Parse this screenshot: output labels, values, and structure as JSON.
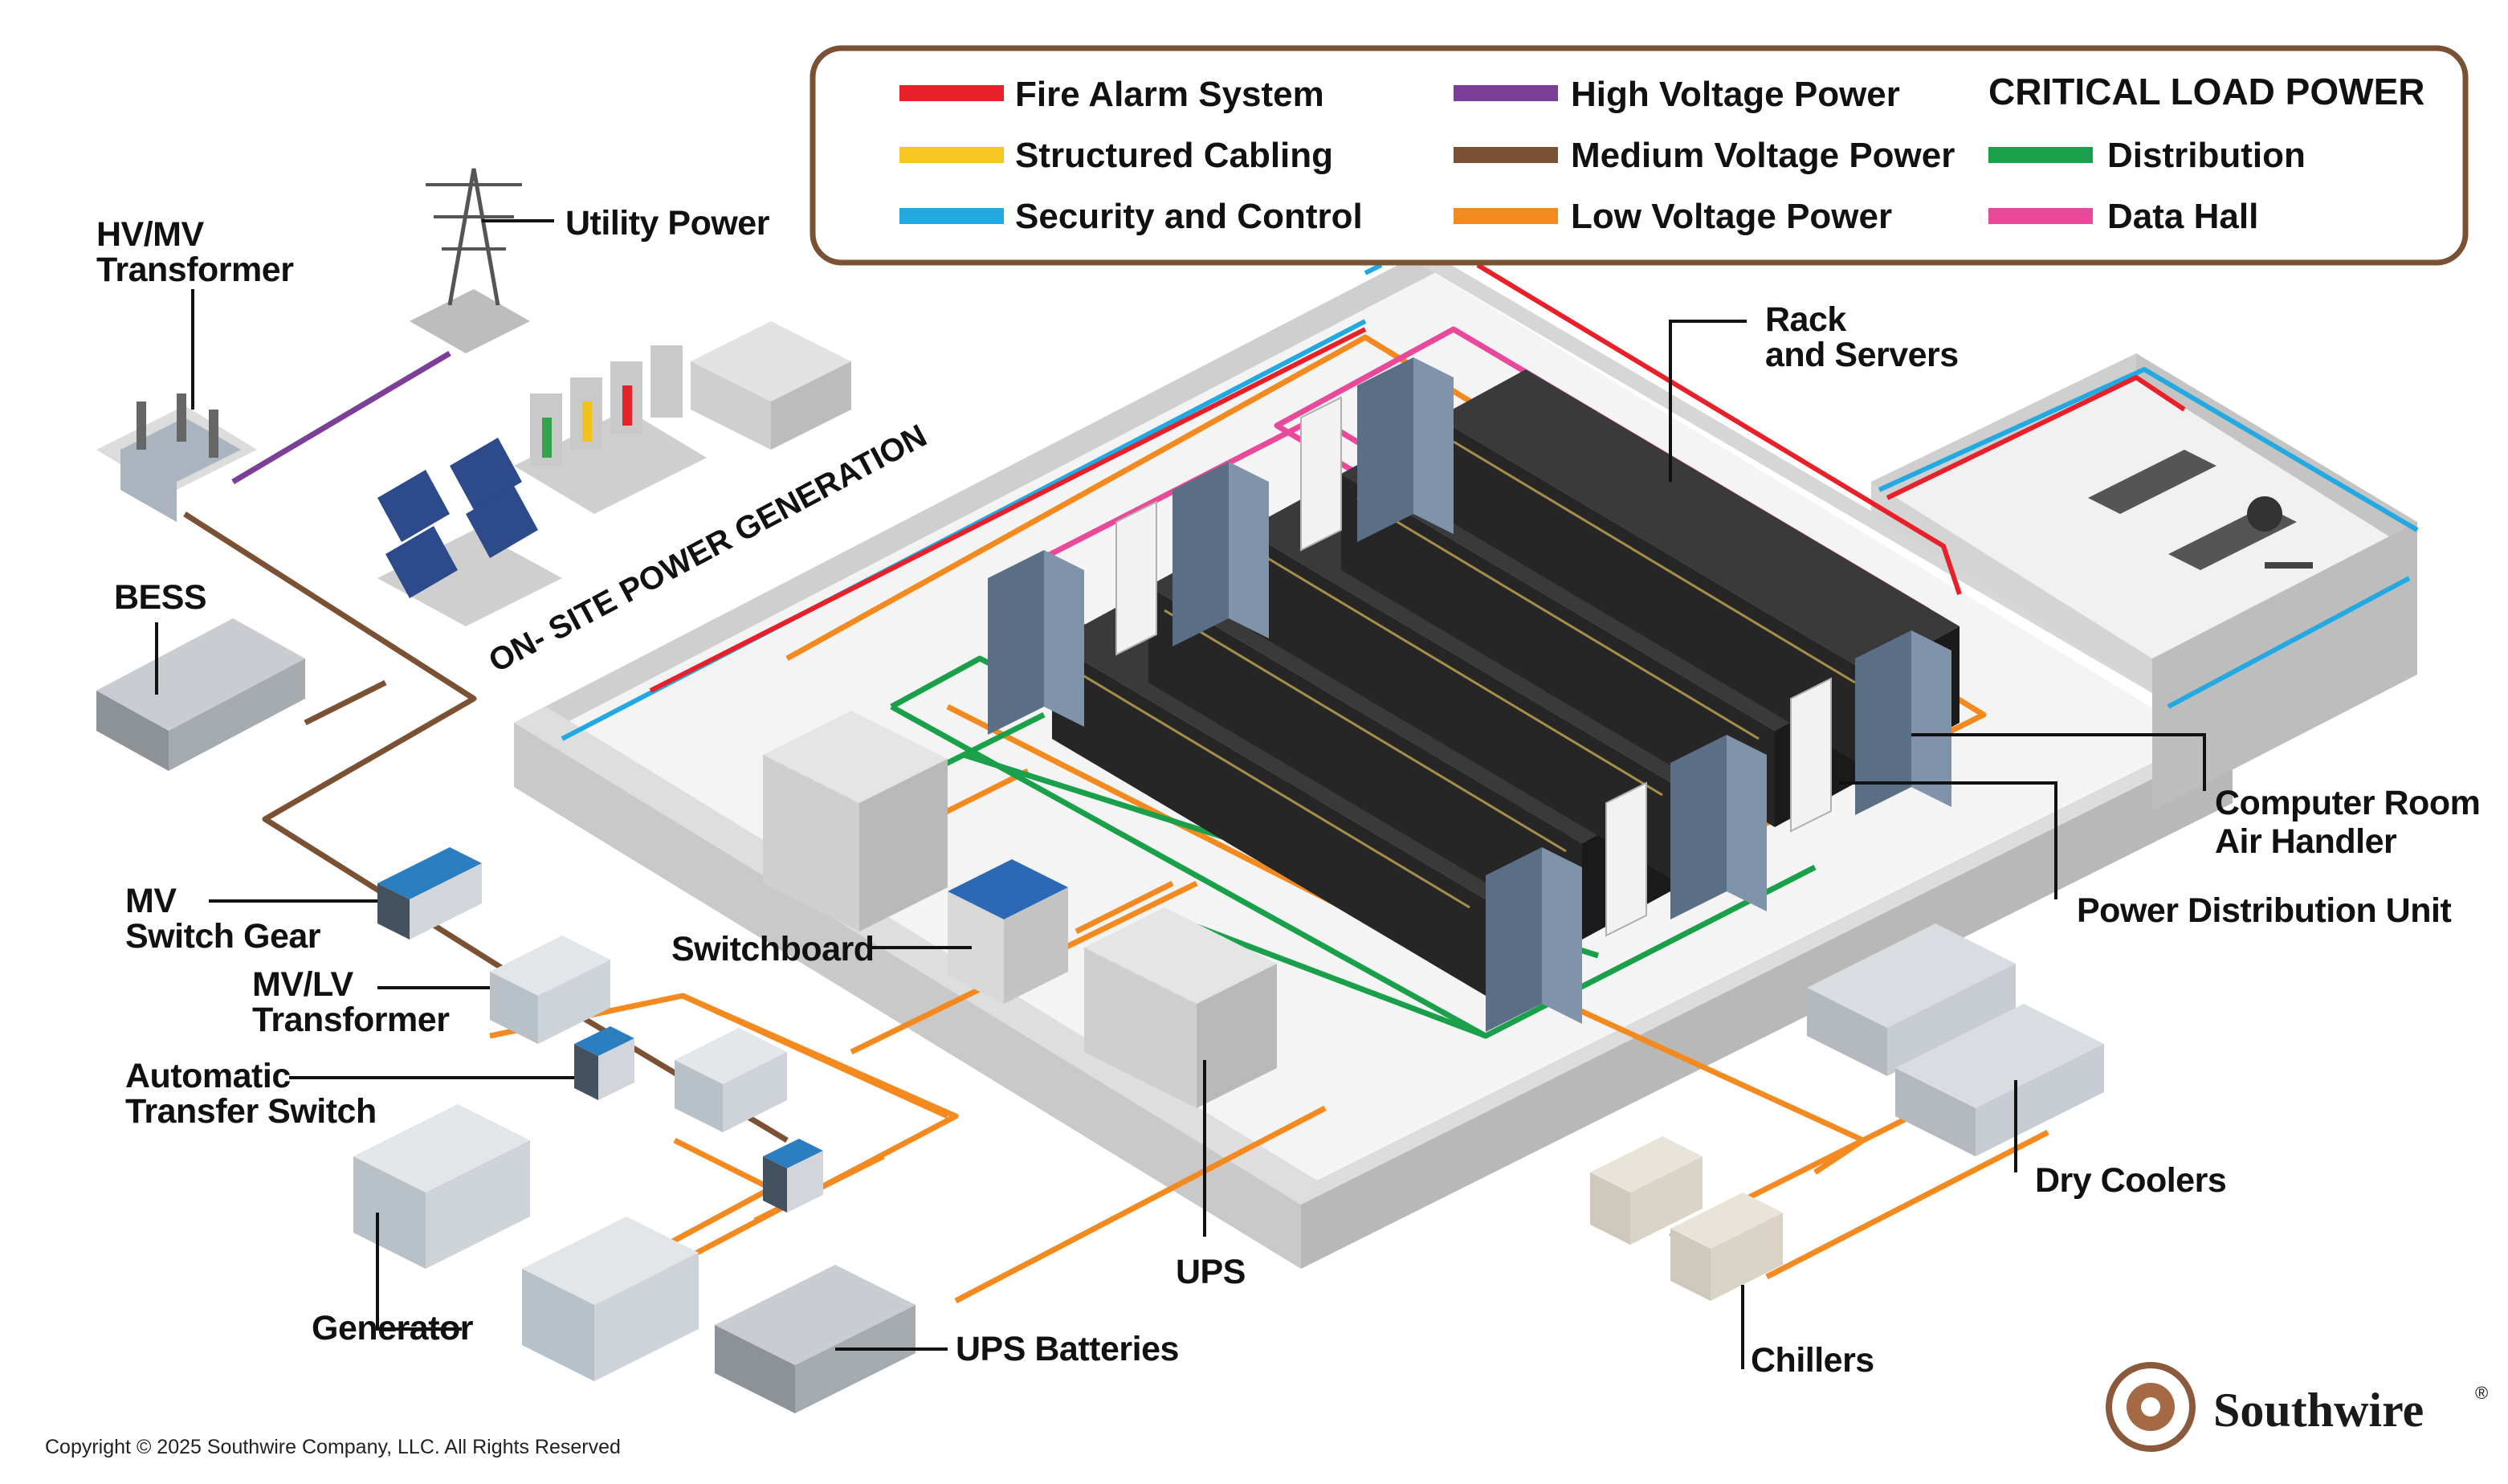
{
  "legend": {
    "items_left": [
      {
        "label": "Fire Alarm System",
        "color": "#e8202a"
      },
      {
        "label": "Structured Cabling",
        "color": "#f7c623"
      },
      {
        "label": "Security and Control",
        "color": "#22a9e1"
      }
    ],
    "items_mid": [
      {
        "label": "High Voltage Power",
        "color": "#7b3f98"
      },
      {
        "label": "Medium Voltage Power",
        "color": "#7a5133"
      },
      {
        "label": "Low Voltage Power",
        "color": "#f38a1f"
      }
    ],
    "critical_heading": "CRITICAL LOAD POWER",
    "items_right": [
      {
        "label": "Distribution",
        "color": "#1aa04a"
      },
      {
        "label": "Data Hall",
        "color": "#e8499a"
      }
    ]
  },
  "labels": {
    "hv_mv_line1": "HV/MV",
    "hv_mv_line2": "Transformer",
    "utility": "Utility Power",
    "besss": "BESS",
    "onsite": "ON- SITE POWER GENERATION",
    "rack_line1": "Rack",
    "rack_line2": "and Servers",
    "crah_line1": "Computer Room",
    "crah_line2": "Air Handler",
    "pdu": "Power Distribution Unit",
    "mv_switch_line1": "MV",
    "mv_switch_line2": "Switch Gear",
    "mvlv_line1": "MV/LV",
    "mvlv_line2": "Transformer",
    "ats_line1": "Automatic",
    "ats_line2": "Transfer Switch",
    "switchboard": "Switchboard",
    "generator": "Generator",
    "ups": "UPS",
    "ups_batteries": "UPS Batteries",
    "dry_coolers": "Dry Coolers",
    "chillers": "Chillers"
  },
  "footer": {
    "copyright": "Copyright © 2025 Southwire Company, LLC. All Rights Reserved",
    "brand": "Southwire",
    "trademark": "®"
  }
}
